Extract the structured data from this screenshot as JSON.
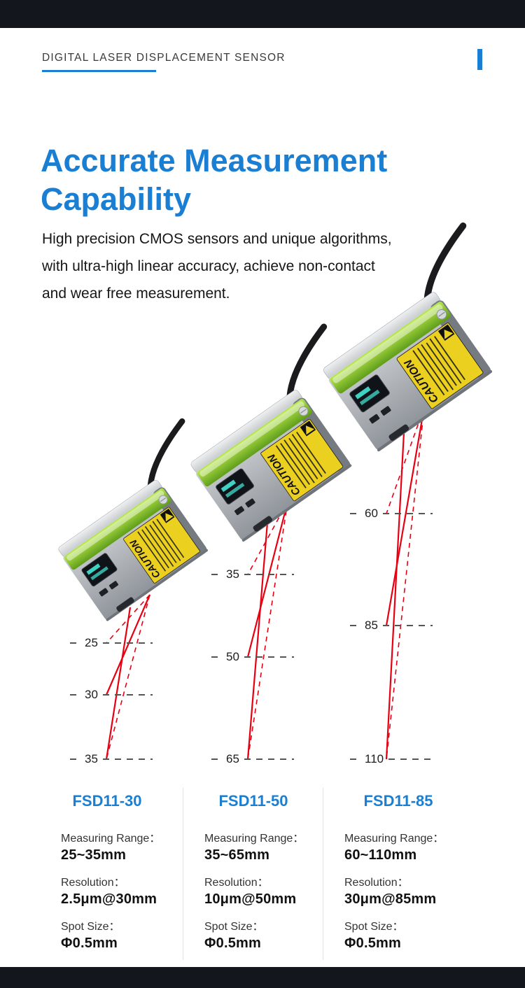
{
  "header": {
    "tagline": "DIGITAL LASER DISPLACEMENT SENSOR"
  },
  "hero": {
    "title_line1": "Accurate Measurement",
    "title_line2": "Capability",
    "description_lines": [
      "High precision CMOS sensors and unique algorithms,",
      "with ultra-high linear accuracy, achieve non-contact",
      "and wear free measurement."
    ]
  },
  "sensor_graphic": {
    "caution_label": "CAUTION"
  },
  "colors": {
    "accent_blue": "#1a7fd3",
    "laser_red": "#e60012",
    "bar_dark": "#14161d",
    "sensor_yellow": "#ecd020",
    "sensor_green": "#7cc22a"
  },
  "products": [
    {
      "model": "FSD11-30",
      "scale_marks": [
        "25",
        "30",
        "35"
      ],
      "specs": [
        {
          "label": "Measuring Range：",
          "value": "25~35mm"
        },
        {
          "label": "Resolution：",
          "value": "2.5μm@30mm"
        },
        {
          "label": "Spot Size：",
          "value": "Φ0.5mm"
        }
      ]
    },
    {
      "model": "FSD11-50",
      "scale_marks": [
        "35",
        "50",
        "65"
      ],
      "specs": [
        {
          "label": "Measuring Range：",
          "value": "35~65mm"
        },
        {
          "label": "Resolution：",
          "value": "10μm@50mm"
        },
        {
          "label": "Spot Size：",
          "value": "Φ0.5mm"
        }
      ]
    },
    {
      "model": "FSD11-85",
      "scale_marks": [
        "60",
        "85",
        "110"
      ],
      "specs": [
        {
          "label": "Measuring Range：",
          "value": "60~110mm"
        },
        {
          "label": "Resolution：",
          "value": "30μm@85mm"
        },
        {
          "label": "Spot Size：",
          "value": "Φ0.5mm"
        }
      ]
    }
  ]
}
